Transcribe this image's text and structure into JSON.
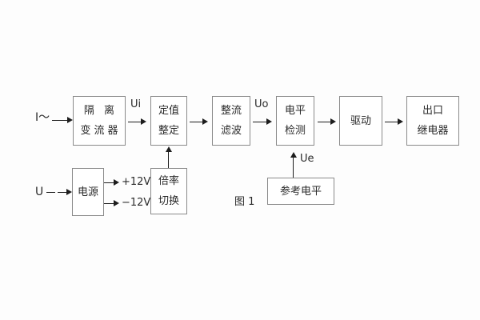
{
  "figure": {
    "caption": "图 1",
    "inputs": [
      {
        "name": "current-input",
        "label": "I～"
      },
      {
        "name": "voltage-input",
        "label": "U"
      }
    ],
    "signals": [
      {
        "name": "ui",
        "label": "Ui"
      },
      {
        "name": "uo",
        "label": "Uo"
      },
      {
        "name": "ue",
        "label": "Ue"
      }
    ],
    "rails": [
      {
        "name": "positive-rail",
        "label": "+12V"
      },
      {
        "name": "negative-rail",
        "label": "−12V"
      }
    ],
    "blocks": [
      {
        "name": "isolating-transformer",
        "lines": [
          "隔 离",
          "变流器"
        ]
      },
      {
        "name": "setting-value",
        "lines": [
          "定值",
          "整定"
        ]
      },
      {
        "name": "rectifier-filter",
        "lines": [
          "整流",
          "滤波"
        ]
      },
      {
        "name": "level-detection",
        "lines": [
          "电平",
          "检测"
        ]
      },
      {
        "name": "driver",
        "lines": [
          "驱动"
        ]
      },
      {
        "name": "output-relay",
        "lines": [
          "出口",
          "继电器"
        ]
      },
      {
        "name": "power-supply",
        "lines": [
          "电源"
        ]
      },
      {
        "name": "multiplier-switch",
        "lines": [
          "倍率",
          "切换"
        ]
      },
      {
        "name": "reference-level",
        "lines": [
          "参考电平"
        ]
      }
    ],
    "colors": {
      "background": "#fdfdfd",
      "box_border": "#8a8a8a",
      "box_fill": "#ffffff",
      "text": "#2b2b2b",
      "connector": "#1d1d1d"
    }
  }
}
